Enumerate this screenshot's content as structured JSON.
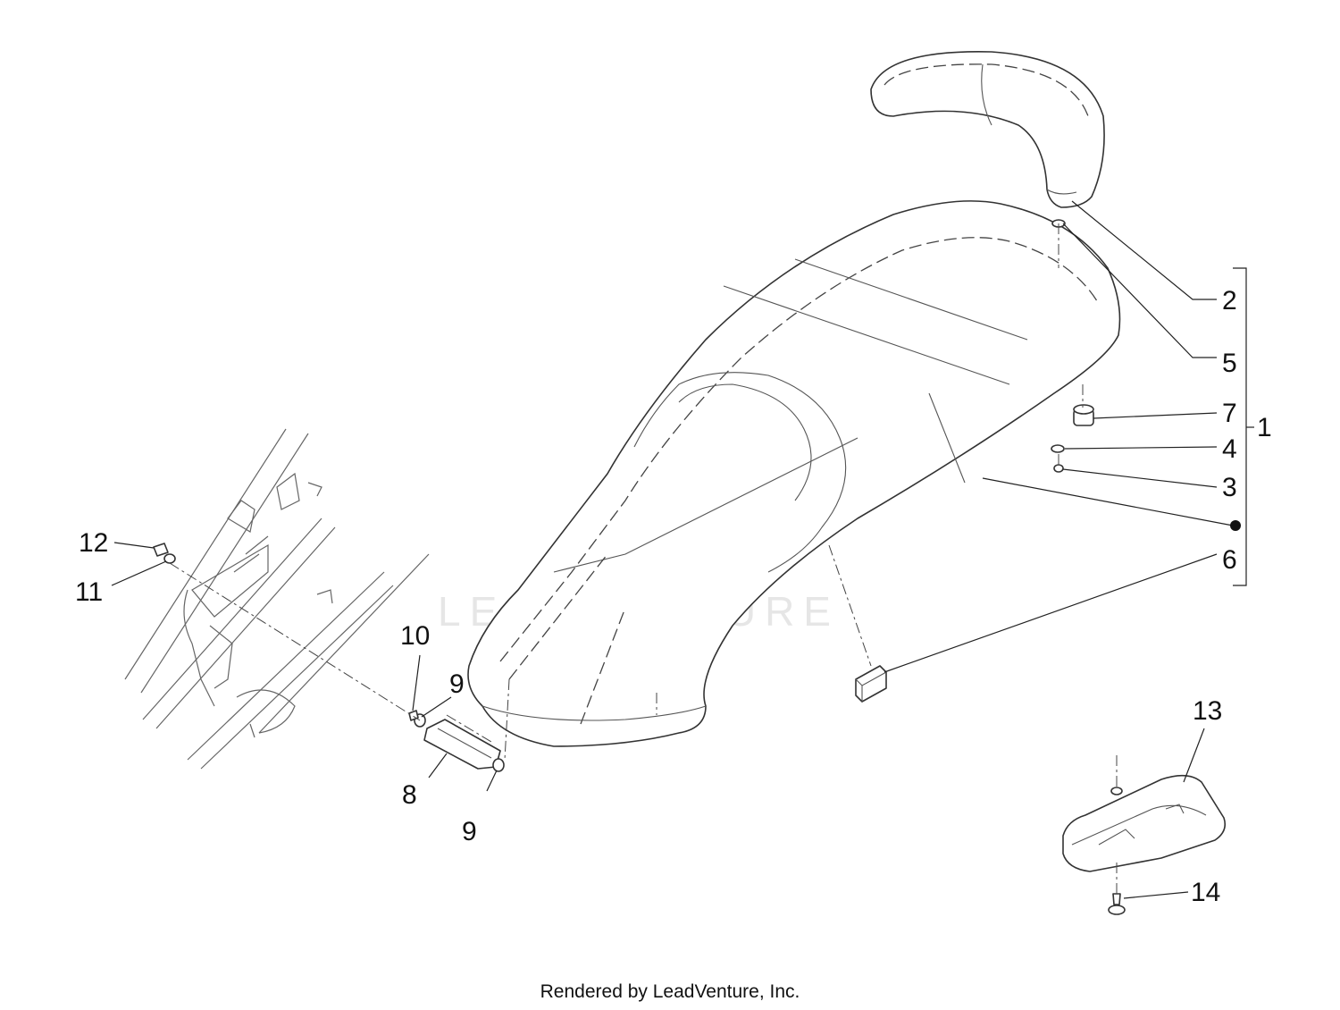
{
  "watermark": "LEADVENTURE",
  "footer": "Rendered by LeadVenture, Inc.",
  "callouts": {
    "c1": "1",
    "c2": "2",
    "c3": "3",
    "c4": "4",
    "c5": "5",
    "c6": "6",
    "c7": "7",
    "c8": "8",
    "c9a": "9",
    "c9b": "9",
    "c10": "10",
    "c11": "11",
    "c12": "12",
    "c13": "13",
    "c14": "14"
  }
}
